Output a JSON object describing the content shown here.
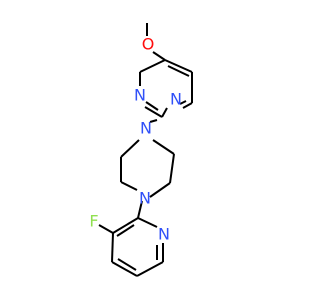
{
  "molecule": {
    "atoms": {
      "methoxy_o": "O",
      "pyrimidine_n1": "N",
      "pyrimidine_n3": "N",
      "diazepane_n1": "N",
      "diazepane_n4": "N",
      "fluorine": "F",
      "pyridine_n": "N"
    },
    "colors": {
      "bond": "#000000",
      "O": "#ff0d0d",
      "N": "#3050f8",
      "F": "#90e050"
    }
  }
}
